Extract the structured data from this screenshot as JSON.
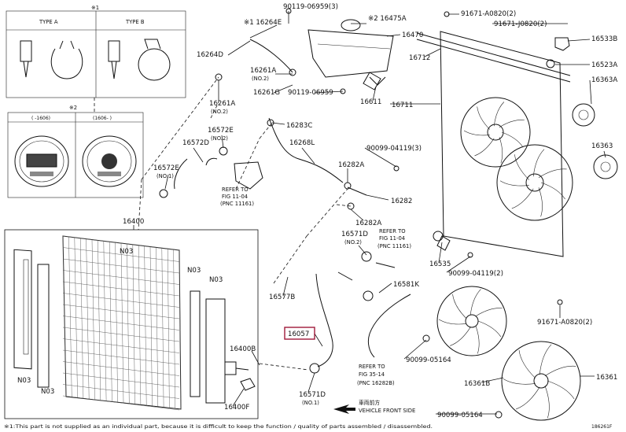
{
  "callouts": {
    "c90119_top": "90119-06959(3)",
    "c16264E": "※1 16264E",
    "c16475A": "※2 16475A",
    "c16470": "16470",
    "c91671_a": "91671-A0820(2)",
    "c91671_b": "91671-J0820(2)",
    "c16533B": "16533B",
    "c16712": "16712",
    "c16523A": "16523A",
    "c16363A": "16363A",
    "c16264D": "16264D",
    "c16261A_a": "16261A",
    "c16261A_a_no": "(NO.2)",
    "c16261G": "16261G",
    "c90119_mid": "90119-06959",
    "c16611": "16611",
    "c16261A_b": "16261A",
    "c16261A_b_no": "(NO.2)",
    "c16711": "16711",
    "c16283C": "16283C",
    "c16572E_top": "16572E",
    "c16572E_top_no": "(NO.2)",
    "c16572D": "16572D",
    "c16268L": "16268L",
    "c90099_4119_3": "90099-04119(3)",
    "c16363": "16363",
    "c16572E": "16572E",
    "c16572E_no": "(NO.1)",
    "c16282A_top": "16282A",
    "c16282": "16282",
    "c16282A_b": "16282A",
    "c16400": "16400",
    "c16571D_top": "16571D",
    "c16571D_top_no": "(NO.2)",
    "c16535": "16535",
    "c90099_4119_2": "90099-04119(2)",
    "c16581K": "16581K",
    "c16577B": "16577B",
    "c91671_c": "91671-A0820(2)",
    "c16057": "16057",
    "c90099_5164_a": "90099-05164",
    "c16400B": "16400B",
    "c16361B": "16361B",
    "c16361": "16361",
    "c16571D": "16571D",
    "c16571D_no": "(NO.1)",
    "c16400F": "16400F",
    "c90099_5164_b": "90099-05164",
    "n03_a": "N03",
    "n03_b": "N03",
    "n03_c": "N03",
    "n03_d": "N03",
    "n03_e": "N03"
  },
  "inset_clamp": {
    "marker": "※1",
    "type_a": "TYPE A",
    "type_b": "TYPE B"
  },
  "inset_cap": {
    "marker": "※2",
    "left_range": "( -1606)",
    "right_range": "(1606- )"
  },
  "refer_notes": {
    "refer1_line1": "REFER TO",
    "refer1_line2": "FIG 11-04",
    "refer1_line3": "(PNC 11161)",
    "refer2_line1": "REFER TO",
    "refer2_line2": "FIG 11-04",
    "refer2_line3": "(PNC 11161)",
    "refer3_line1": "REFER TO",
    "refer3_line2": "FIG 35-14",
    "refer3_line3": "(PNC 16282B)"
  },
  "footer": {
    "note": "※1:This part is not supplied as an individual part, because it is difficult to keep the function / quality of parts assembled / disassembled.",
    "front_cn": "車両前方",
    "front": "VEHICLE FRONT SIDE",
    "fig_no": "186261F"
  },
  "colors": {
    "highlight": "#a01a3a",
    "ink": "#111111"
  }
}
